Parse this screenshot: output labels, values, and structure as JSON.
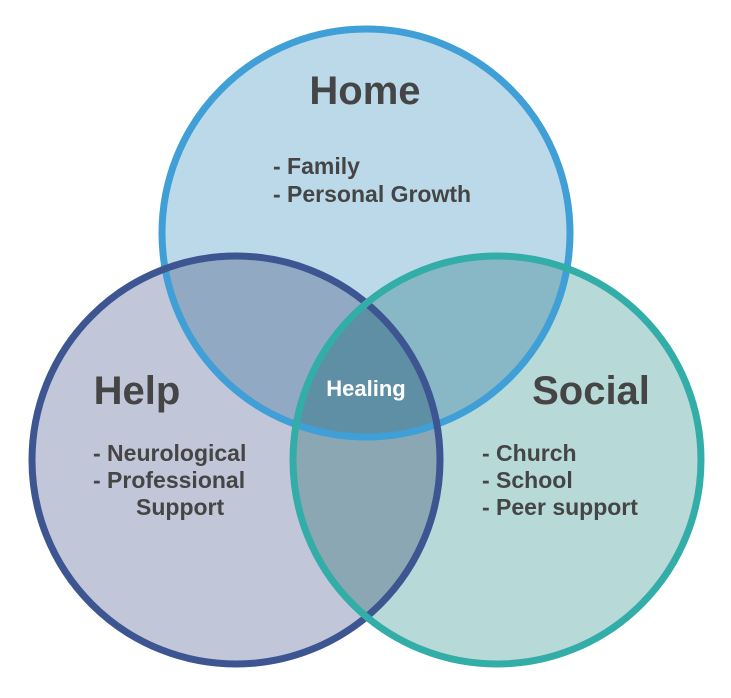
{
  "diagram": {
    "type": "venn",
    "center_label": "Healing",
    "circles": [
      {
        "id": "home",
        "title": "Home",
        "items": [
          "- Family",
          "- Personal Growth"
        ],
        "fill": "#bcd9e9",
        "stroke": "#3f9fd6"
      },
      {
        "id": "help",
        "title": "Help",
        "items": [
          "- Neurological",
          "- Professional",
          "Support"
        ],
        "fill": "#c2c6d9",
        "stroke": "#3d5590"
      },
      {
        "id": "social",
        "title": "Social",
        "items": [
          "- Church",
          "- School",
          "- Peer support"
        ],
        "fill": "#b7d9d8",
        "stroke": "#33ada8"
      }
    ],
    "overlap_colors": {
      "home_help": "#91a9c3",
      "home_social": "#88b8c5",
      "help_social": "#8aa7b3",
      "center": "#5f8fa4"
    },
    "text_color": "#454545",
    "center_text_color": "#ffffff"
  }
}
